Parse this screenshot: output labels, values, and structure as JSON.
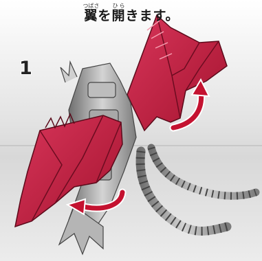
{
  "instruction": {
    "word_1": "翼",
    "word_1_reading": "つばさ",
    "particle": "を",
    "word_2": "開",
    "word_2_reading": "ひら",
    "rest": "きます。"
  },
  "step_number": "1",
  "icons": {
    "rotate_arrow_upper": "curved-rotate-arrow",
    "rotate_arrow_lower": "curved-rotate-arrow"
  },
  "colors": {
    "wing": "#c4213f",
    "wing_shadow": "#7a1026",
    "arrow": "#c41230",
    "background_band": "#d6d6d6",
    "body_metal": "#9a9a9a"
  }
}
